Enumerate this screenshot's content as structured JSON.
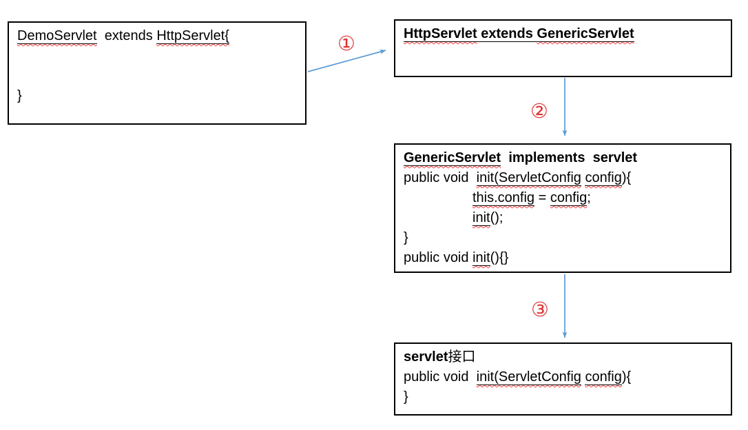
{
  "colors": {
    "arrow": "#5B9BD5",
    "number": "#E03232",
    "underline": "#000000",
    "wavy": "#FF4040",
    "border": "#000000",
    "text": "#000000"
  },
  "connectors": [
    {
      "label": "①"
    },
    {
      "label": "②"
    },
    {
      "label": "③"
    }
  ],
  "boxes": [
    {
      "lines": [
        {
          "segments": [
            {
              "t": "DemoServlet",
              "u": 1,
              "w": 1
            },
            {
              "t": "  extends "
            },
            {
              "t": "HttpServlet{",
              "u": 1,
              "w": 1
            }
          ]
        },
        {
          "segments": []
        },
        {
          "segments": []
        },
        {
          "segments": [
            {
              "t": "}"
            }
          ]
        }
      ]
    },
    {
      "lines": [
        {
          "segments": [
            {
              "t": "HttpServlet",
              "b": 1,
              "u": 1,
              "w": 1
            },
            {
              "t": " extends ",
              "b": 1,
              "u": 1
            },
            {
              "t": "GenericServlet",
              "b": 1,
              "u": 1,
              "w": 1
            }
          ]
        }
      ]
    },
    {
      "lines": [
        {
          "segments": [
            {
              "t": "GenericServlet",
              "b": 1,
              "u": 1,
              "w": 1
            },
            {
              "t": "  implements  servlet",
              "b": 1
            }
          ]
        },
        {
          "segments": [
            {
              "t": "public void  "
            },
            {
              "t": "init(ServletConfig",
              "u": 1,
              "w": 1
            },
            {
              "t": " "
            },
            {
              "t": "config",
              "u": 1,
              "w": 1
            },
            {
              "t": "){"
            }
          ]
        },
        {
          "indent": 1,
          "segments": [
            {
              "t": "this.config",
              "u": 1,
              "w": 1
            },
            {
              "t": " = "
            },
            {
              "t": "config",
              "u": 1,
              "w": 1
            },
            {
              "t": ";"
            }
          ]
        },
        {
          "indent": 1,
          "segments": [
            {
              "t": "init",
              "u": 1,
              "w": 1
            },
            {
              "t": "();"
            }
          ]
        },
        {
          "segments": [
            {
              "t": "}"
            }
          ]
        },
        {
          "segments": [
            {
              "t": "public void "
            },
            {
              "t": "init",
              "u": 1,
              "w": 1
            },
            {
              "t": "(){}"
            }
          ]
        }
      ]
    },
    {
      "lines": [
        {
          "segments": [
            {
              "t": "servlet",
              "b": 1
            },
            {
              "t": "接口"
            }
          ]
        },
        {
          "segments": [
            {
              "t": "public void  "
            },
            {
              "t": "init(ServletConfig",
              "u": 1,
              "w": 1
            },
            {
              "t": " "
            },
            {
              "t": "config",
              "u": 1,
              "w": 1
            },
            {
              "t": "){"
            }
          ]
        },
        {
          "segments": [
            {
              "t": "}"
            }
          ]
        }
      ]
    }
  ]
}
